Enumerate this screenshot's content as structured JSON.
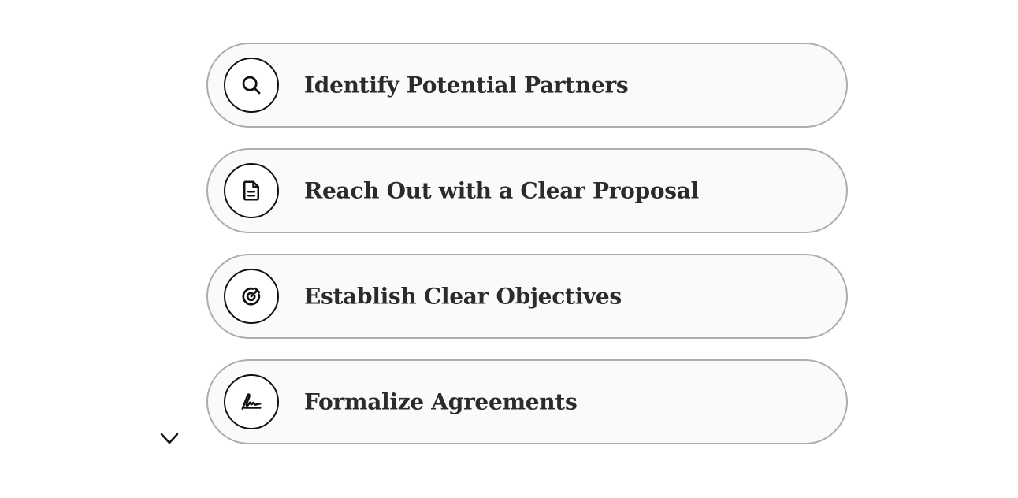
{
  "steps": [
    {
      "label": "Identify Potential Partners",
      "icon": "search-icon"
    },
    {
      "label": "Reach Out with a Clear Proposal",
      "icon": "document-icon"
    },
    {
      "label": "Establish Clear Objectives",
      "icon": "target-icon"
    },
    {
      "label": "Formalize Agreements",
      "icon": "signature-icon"
    }
  ],
  "colors": {
    "pill_background": "#fafafa",
    "pill_border": "#a9adb6",
    "icon_stroke": "#111111",
    "text": "#2b2b2b",
    "arrow": "#111111"
  }
}
